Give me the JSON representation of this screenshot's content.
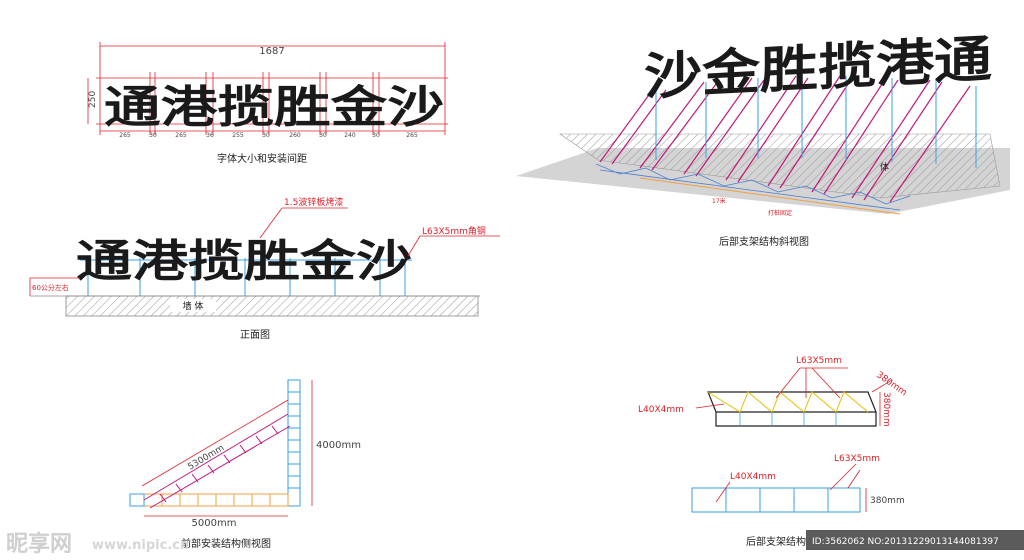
{
  "colors": {
    "red": "#e0202a",
    "magenta": "#c2187a",
    "blue": "#3aa0e6",
    "orange": "#f0a040",
    "wall_gray": "#9a9a9a",
    "text_dark": "#1a1a1a"
  },
  "sign_text": "通港揽胜金沙",
  "sign_text_back": "沙金胜揽港通",
  "fig1": {
    "caption": "字体大小和安装间距",
    "total_width": "1687",
    "height": "250",
    "spacings": [
      "265",
      "30",
      "265",
      "36",
      "255",
      "30",
      "260",
      "30",
      "240",
      "30",
      "265"
    ]
  },
  "fig2": {
    "caption": "正面图",
    "panel_label": "1.5波锌板烤漆",
    "angle_label": "L63X5mm角钢",
    "height_label": "60公分左右",
    "wall_label": "墙 体"
  },
  "fig3": {
    "caption": "后部支架结构斜视图",
    "length_label": "17米",
    "anchor_label": "打桩固定",
    "wall_label": "体"
  },
  "fig4": {
    "caption": "前部安装结构侧视图",
    "diag_label": "5300mm",
    "height_label": "4000mm",
    "base_label": "5000mm"
  },
  "fig5": {
    "caption": "后部支架结构",
    "top_label": "L63X5mm",
    "left_label": "L40X4mm",
    "depth_label": "380mm",
    "height_label": "380mm",
    "bottom_left_label": "L40X4mm",
    "bottom_right_label": "L63X5mm",
    "bottom_dim_label": "380mm"
  },
  "watermark": {
    "logo": "昵享网",
    "url": "www.nipic.cn",
    "id": "ID:3562062 NO:20131229013144081397"
  }
}
